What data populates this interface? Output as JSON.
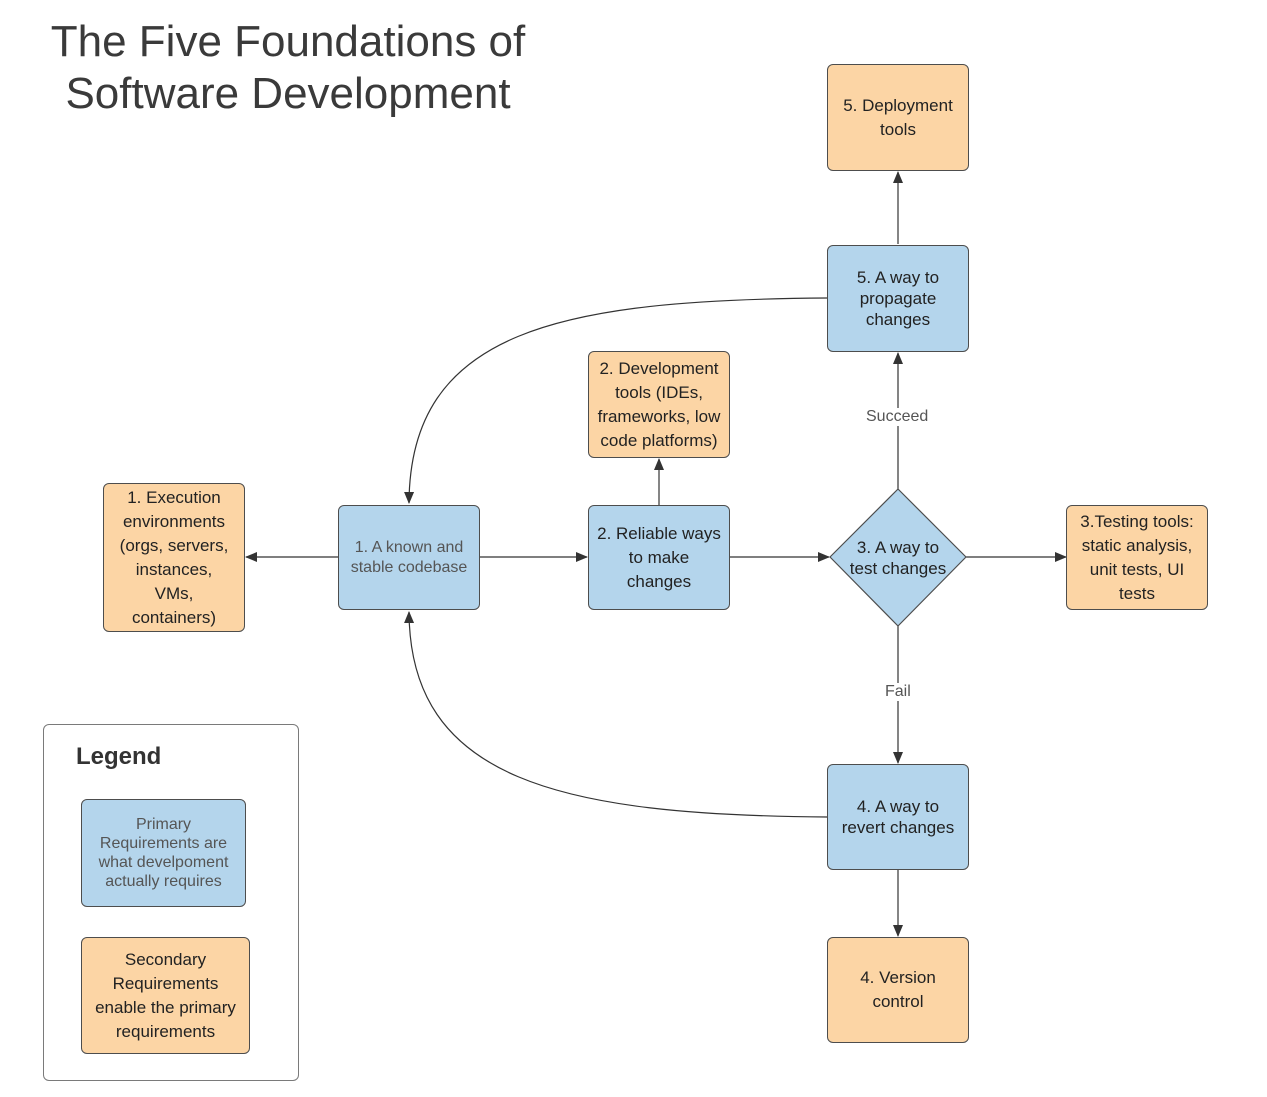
{
  "title": {
    "line1": "The Five Foundations of",
    "line2": "Software Development"
  },
  "colors": {
    "primary": "#b4d5ec",
    "secondary": "#fcd5a5",
    "border": "#4d4d4d"
  },
  "nodes": {
    "deployment_tools": "5. Deployment\ntools",
    "propagate_changes": "5. A way to\npropagate\nchanges",
    "development_tools": "2. Development\ntools (IDEs,\nframeworks, low\ncode platforms)",
    "execution_environments": "1. Execution\nenvironments\n(orgs, servers,\ninstances,\nVMs,\ncontainers)",
    "codebase": "1. A known and\nstable codebase",
    "reliable_ways": "2. Reliable ways\nto make changes",
    "test_changes": "3. A way to\ntest changes",
    "testing_tools": "3.Testing tools:\nstatic analysis,\nunit tests, UI\ntests",
    "revert_changes": "4. A way to\nrevert changes",
    "version_control": "4. Version\ncontrol"
  },
  "edge_labels": {
    "succeed": "Succeed",
    "fail": "Fail"
  },
  "legend": {
    "title": "Legend",
    "primary": "Primary\nRequirements are\nwhat develpoment\nactually requires",
    "secondary": "Secondary\nRequirements\nenable the primary\nrequirements"
  }
}
